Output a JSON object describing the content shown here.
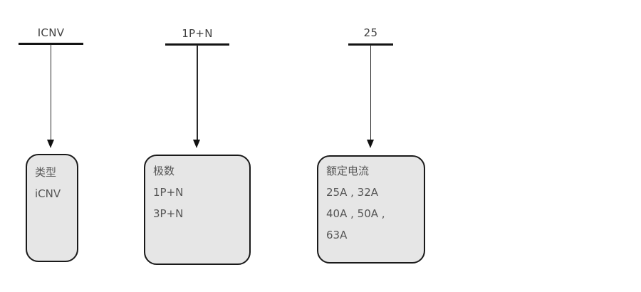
{
  "diagram": {
    "description_colors": {
      "background": "#ffffff",
      "box_fill": "#e6e6e6",
      "box_border": "#1a1a1a",
      "line": "#141414",
      "code_text": "#404040",
      "box_text": "#555555"
    },
    "columns": [
      {
        "code": "ICNV",
        "box": {
          "title": "类型",
          "options": [
            "iCNV"
          ]
        }
      },
      {
        "code": "1P+N",
        "box": {
          "title": "极数",
          "options": [
            "1P+N",
            "3P+N"
          ]
        }
      },
      {
        "code": "25",
        "box": {
          "title": "额定电流",
          "options": [
            "25A , 32A",
            "40A , 50A ,",
            "63A"
          ]
        }
      }
    ]
  }
}
